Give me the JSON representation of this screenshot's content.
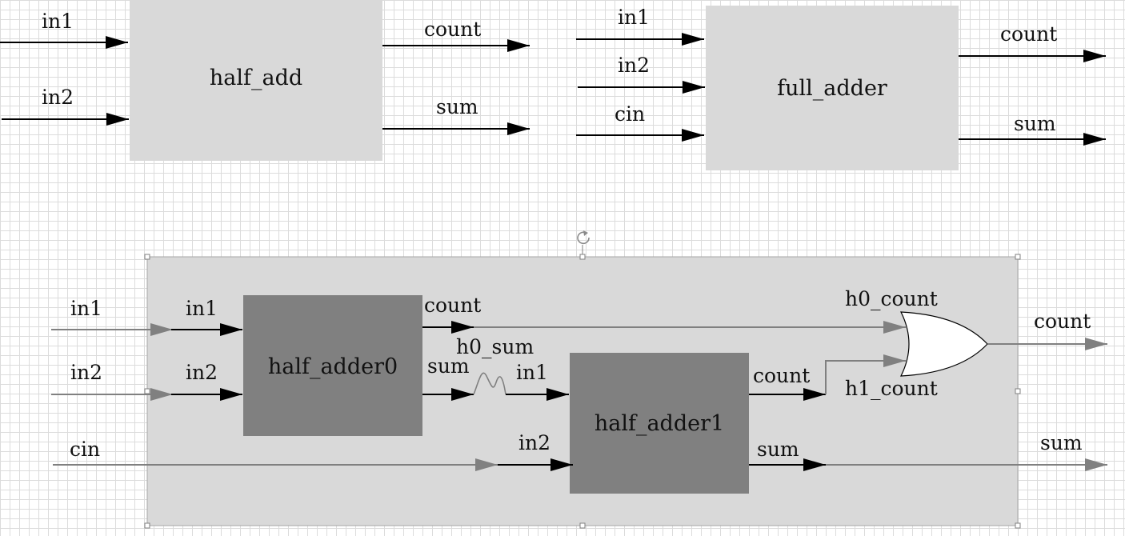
{
  "half_add": {
    "title": "half_add",
    "inputs": [
      "in1",
      "in2"
    ],
    "outputs": [
      "count",
      "sum"
    ]
  },
  "full_adder": {
    "title": "full_adder",
    "inputs": [
      "in1",
      "in2",
      "cin"
    ],
    "outputs": [
      "count",
      "sum"
    ]
  },
  "composite": {
    "inputs": [
      "in1",
      "in2",
      "cin"
    ],
    "outputs": [
      "count",
      "sum"
    ],
    "half_adder0": {
      "title": "half_adder0",
      "inputs": [
        "in1",
        "in2"
      ],
      "outputs": [
        "count",
        "sum"
      ]
    },
    "half_adder1": {
      "title": "half_adder1",
      "inputs": [
        "in1",
        "in2"
      ],
      "outputs": [
        "count",
        "sum"
      ]
    },
    "wires": {
      "h0_sum": "h0_sum",
      "h0_count": "h0_count",
      "h1_count": "h1_count"
    }
  },
  "colors": {
    "light_block": "#d9d9d9",
    "dark_block": "#808080",
    "black_wire": "#000000",
    "gray_wire": "#808080",
    "grid": "#dcdcdc"
  }
}
